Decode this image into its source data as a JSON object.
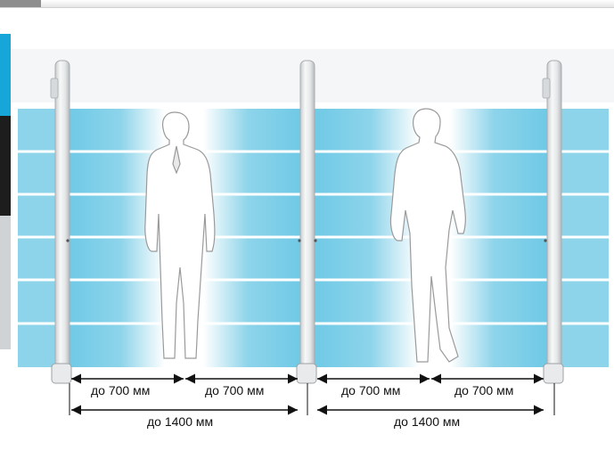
{
  "dimensions": {
    "half_label": "до 700 мм",
    "full_label": "до 1400 мм"
  },
  "colors": {
    "field_cyan": "#4ec0e0",
    "pillar": "#eef0f1",
    "beam_line": "#ffffff"
  },
  "icons": [
    "businessman-silhouette",
    "casual-man-silhouette"
  ]
}
